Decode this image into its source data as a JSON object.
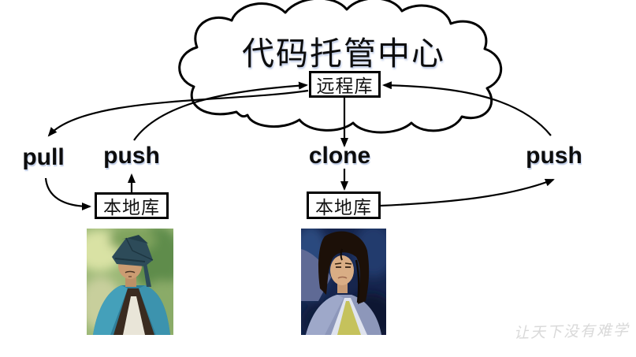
{
  "diagram": {
    "cloud_title": "代码托管中心",
    "remote_repo": {
      "label": "远程库"
    },
    "local_repo_left": {
      "label": "本地库"
    },
    "local_repo_center": {
      "label": "本地库"
    },
    "action_labels": {
      "pull": "pull",
      "push_left": "push",
      "clone": "clone",
      "push_right": "push"
    },
    "watermark": "让天下没有难学",
    "colors": {
      "line": "#000000",
      "background": "#ffffff",
      "watermark_text": "#d9d9d9",
      "label_shadow": "#7d98cd"
    },
    "photos": {
      "left": {
        "alt": "man-in-teal-hanfu-with-black-scholar-hat"
      },
      "right": {
        "alt": "man-with-long-hair-in-gray-robe"
      }
    }
  }
}
